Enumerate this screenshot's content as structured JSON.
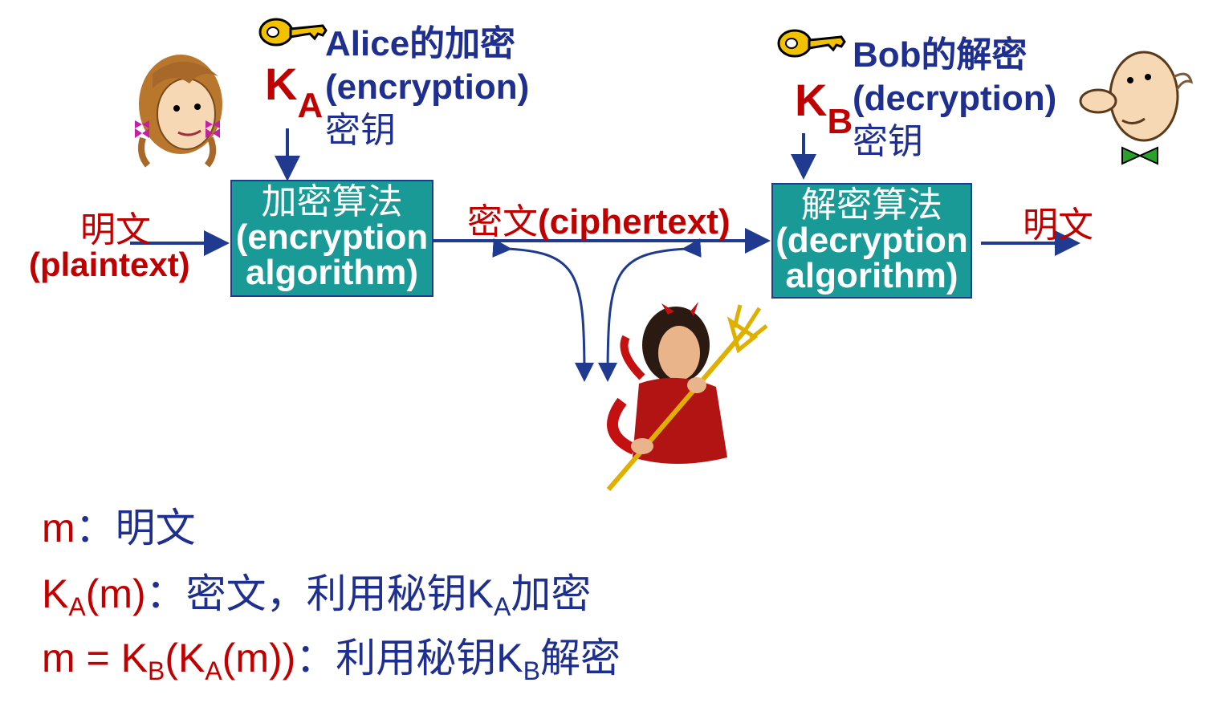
{
  "alice": {
    "key_owner": "Alice的加密",
    "key_type": "(encryption)",
    "key_word": "密钥",
    "key_letter": "K",
    "key_subscript": "A"
  },
  "bob": {
    "key_owner": "Bob的解密",
    "key_type": "(decryption)",
    "key_word": "密钥",
    "key_letter": "K",
    "key_subscript": "B"
  },
  "plaintext_in": {
    "cn": "明文",
    "en": "(plaintext)"
  },
  "encryption_box": {
    "line1": "加密算法",
    "line2": "(encryption",
    "line3": "algorithm)"
  },
  "ciphertext_label": {
    "cn": "密文",
    "en": "(ciphertext)"
  },
  "decryption_box": {
    "line1": "解密算法",
    "line2": "(decryption",
    "line3": "algorithm)"
  },
  "plaintext_out": {
    "cn": "明文"
  },
  "legend": [
    {
      "symbol": "m",
      "sep": "：",
      "desc": "明文"
    },
    {
      "symbol_k": "K",
      "symbol_sub": "A",
      "symbol_rest": "(m)",
      "sep": "：",
      "desc": "密文，利用秘钥",
      "desc_k": "K",
      "desc_sub": "A",
      "desc_end": "加密"
    },
    {
      "p1": "m = K",
      "p1_sub": "B",
      "p2": "(K",
      "p2_sub": "A",
      "p3": "(m))",
      "sep": "：",
      "desc": "利用秘钥",
      "desc_k": "K",
      "desc_sub": "B",
      "desc_end": "解密"
    }
  ],
  "colors": {
    "red": "#c00000",
    "blue": "#1f2f8f",
    "box_fill": "#1a9a96",
    "arrow": "#1f3a8f",
    "key": "#f2c200"
  },
  "icons": [
    "key-icon",
    "alice-icon",
    "bob-icon",
    "trudy-icon"
  ]
}
